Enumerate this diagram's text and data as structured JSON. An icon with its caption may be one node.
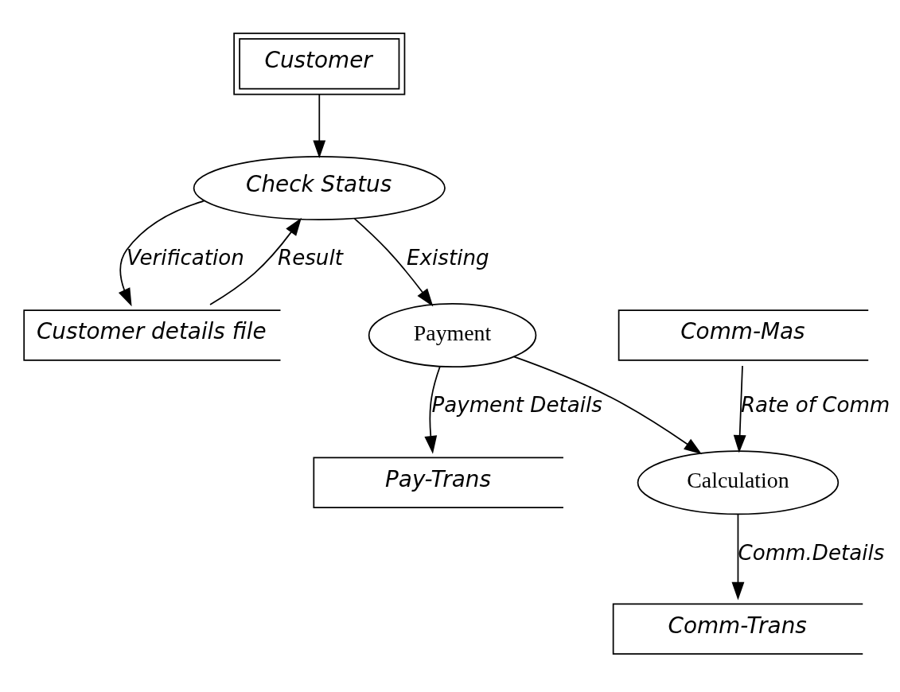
{
  "diagram": {
    "nodes": [
      {
        "text": [
          "Customer"
        ]
      },
      {
        "text": [
          "Customer details file"
        ]
      },
      {
        "text": [
          "Check Status"
        ]
      },
      {
        "text": [
          "Pay-Trans"
        ]
      },
      {
        "text": [
          "Payment"
        ]
      },
      {
        "text": [
          "Comm-Mas"
        ]
      },
      {
        "text": [
          "Calculation"
        ]
      },
      {
        "text": [
          "Comm-Trans"
        ]
      }
    ],
    "edges": [
      {
        "from": 0,
        "to": 2,
        "arrow": "to"
      },
      {
        "from": 2,
        "to": 1,
        "arrow": "to",
        "label": "Verification"
      },
      {
        "from": 1,
        "to": 2,
        "arrow": "to",
        "label": "Result"
      },
      {
        "from": 2,
        "to": 4,
        "arrow": "to",
        "label": "Existing"
      },
      {
        "from": 4,
        "to": 3,
        "arrow": "to",
        "label": "Payment Details"
      },
      {
        "from": 4,
        "to": 6,
        "arrow": "to"
      },
      {
        "from": 5,
        "to": 6,
        "arrow": "to",
        "label": "Rate of Comm"
      },
      {
        "from": 6,
        "to": 7,
        "arrow": "to",
        "label": "Comm.Details"
      }
    ]
  }
}
